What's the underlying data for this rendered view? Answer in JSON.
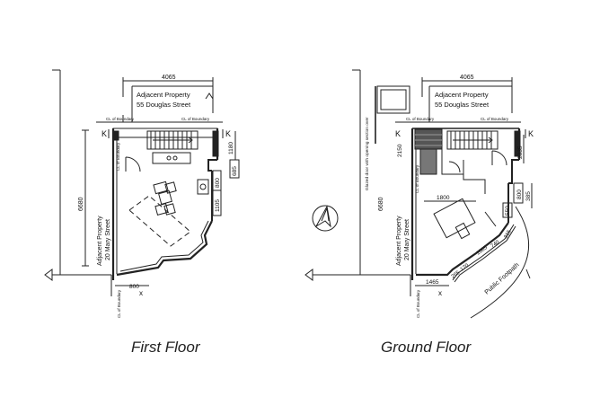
{
  "captions": {
    "first_floor": "First Floor",
    "ground_floor": "Ground Floor"
  },
  "first_floor": {
    "width_dim": "4065",
    "adjacent_top_line1": "Adjacent Property",
    "adjacent_top_line2": "55 Douglas Street",
    "cl_boundary": "CL of Boundary",
    "section_mark": "K",
    "dim_left": "6680",
    "adjacent_side_line1": "Adjacent Property",
    "adjacent_side_line2": "20 Mary Street",
    "cl_boundary_side": "CL of Boundary",
    "cl_boundary_bottom": "CL of Boundary",
    "dim_1180": "1180",
    "dim_685": "685",
    "dim_800": "800",
    "dim_1105": "1105",
    "dim_bottom": "800",
    "section_x": "x"
  },
  "ground_floor": {
    "width_dim": "4065",
    "adjacent_top_line1": "Adjacent Property",
    "adjacent_top_line2": "55 Douglas Street",
    "cl_boundary": "CL of Boundary",
    "section_mark": "K",
    "dim_left": "6680",
    "adjacent_side_line1": "Adjacent Property",
    "adjacent_side_line2": "20 Mary Street",
    "cl_boundary_side": "CL of Boundary",
    "cl_boundary_bottom": "CL of Boundary",
    "glazed_note": "Glazed door with opening section over",
    "dim_2150": "2150",
    "dim_2035": "2035",
    "dim_1800": "1800",
    "dim_800": "800",
    "dim_385": "385",
    "dim_550": "550",
    "dim_1065": "1065",
    "dim_315": "315",
    "dim_1465": "1465",
    "dim_265": "265",
    "dim_170": "170",
    "dim_740": "740",
    "public_footpath": "Public Footpath",
    "section_x": "x"
  },
  "icons": [
    "north-arrow-icon"
  ]
}
